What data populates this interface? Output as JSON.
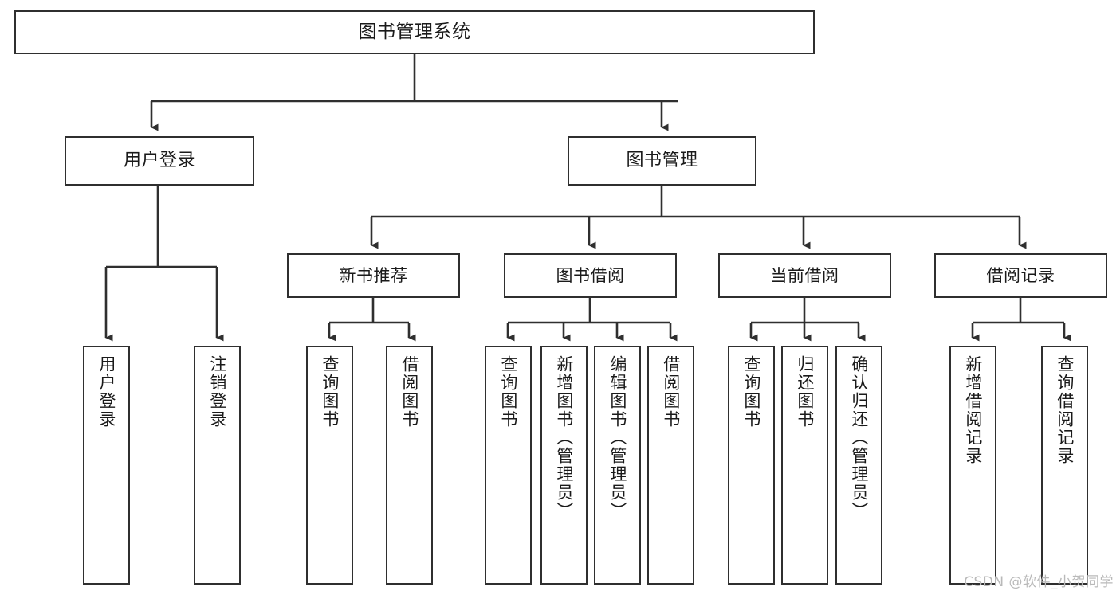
{
  "diagram": {
    "title": "图书管理系统",
    "type": "tree-hierarchy",
    "style": {
      "box_border": "#2f2f2f",
      "box_fill": "#ffffff",
      "connector": "#2f2f2f",
      "text": "#1a1a1a",
      "background": "#ffffff",
      "watermark_color": "#b9b9b9"
    },
    "root": {
      "label": "图书管理系统"
    },
    "level2": [
      {
        "label": "用户登录"
      },
      {
        "label": "图书管理"
      }
    ],
    "level3": [
      {
        "label": "新书推荐"
      },
      {
        "label": "图书借阅"
      },
      {
        "label": "当前借阅"
      },
      {
        "label": "借阅记录"
      }
    ],
    "leaves": {
      "user_login": [
        {
          "label": "用户登录"
        },
        {
          "label": "注销登录"
        }
      ],
      "new_book_recommend": [
        {
          "label": "查询图书"
        },
        {
          "label": "借阅图书"
        }
      ],
      "book_borrow": [
        {
          "label": "查询图书"
        },
        {
          "label": "新增图书（管理员）"
        },
        {
          "label": "编辑图书（管理员）"
        },
        {
          "label": "借阅图书"
        }
      ],
      "current_borrow": [
        {
          "label": "查询图书"
        },
        {
          "label": "归还图书"
        },
        {
          "label": "确认归还（管理员）"
        }
      ],
      "borrow_records": [
        {
          "label": "新增借阅记录"
        },
        {
          "label": "查询借阅记录"
        }
      ]
    },
    "watermark": "CSDN @软件_小贺同学"
  }
}
